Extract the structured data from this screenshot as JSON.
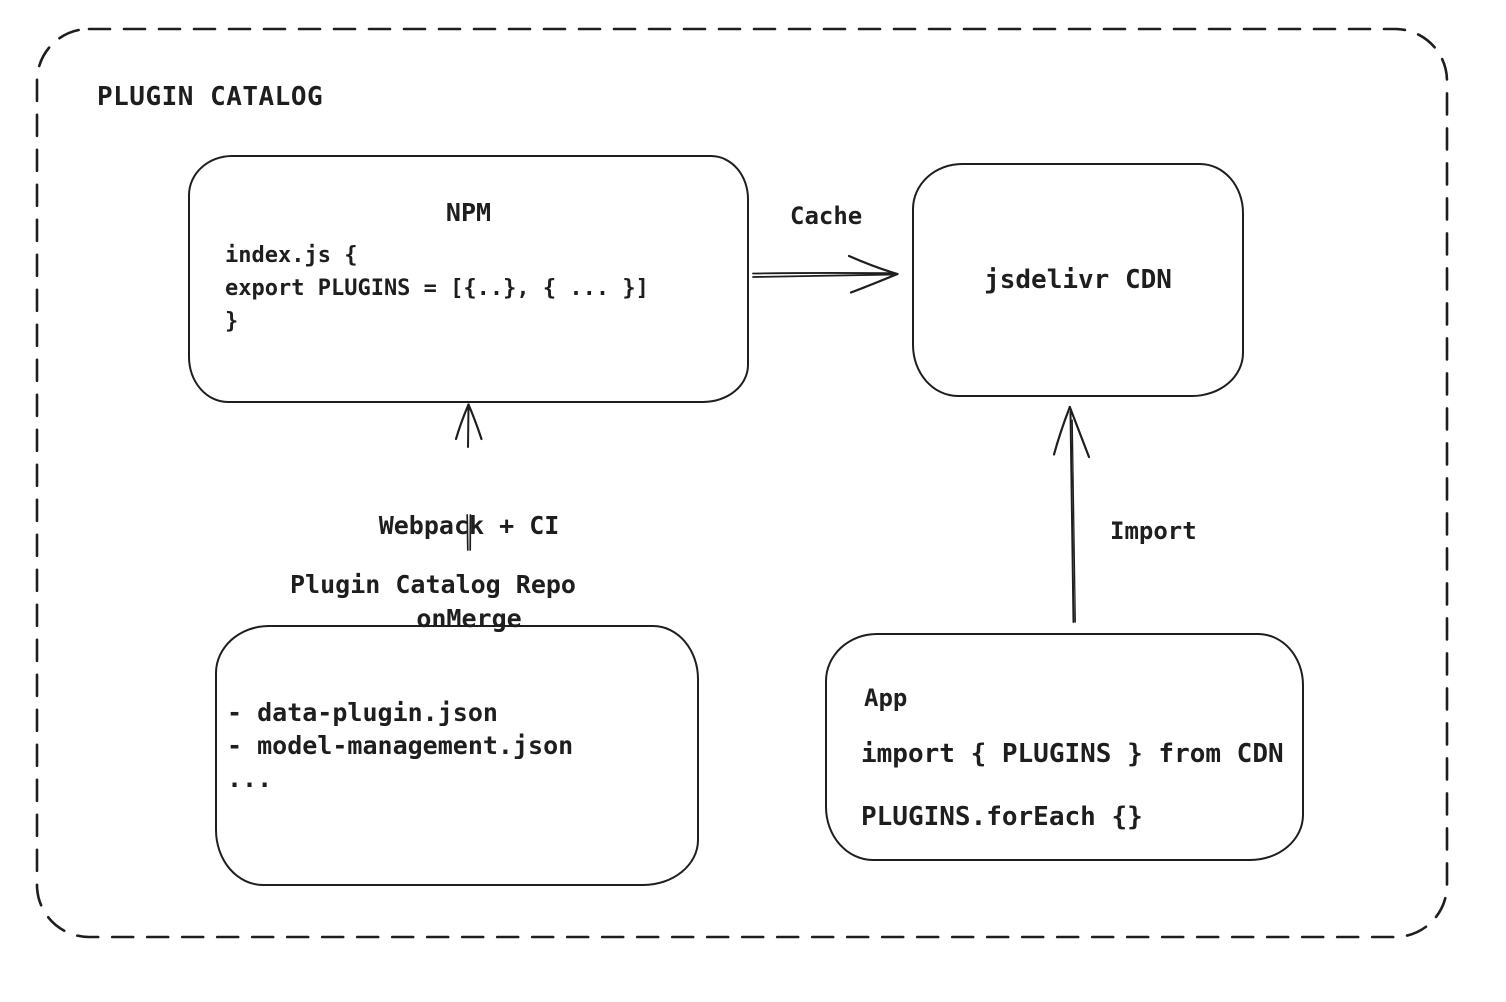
{
  "title": "PLUGIN CATALOG",
  "colors": {
    "stroke": "#1e1e1e",
    "background": "#ffffff"
  },
  "nodes": {
    "npm": {
      "title": "NPM",
      "code": [
        "index.js {",
        "   export PLUGINS = [{..}, { ... }]",
        "}"
      ]
    },
    "cdn": {
      "label": "jsdelivr CDN"
    },
    "repo": {
      "label": "Plugin Catalog Repo",
      "files": [
        "- data-plugin.json",
        "- model-management.json",
        "..."
      ]
    },
    "app": {
      "title": "App",
      "import_line": "import { PLUGINS } from CDN",
      "foreach_line": "PLUGINS.forEach {}"
    }
  },
  "edges": {
    "cache": {
      "label": "Cache",
      "from": "NPM",
      "to": "jsdelivr CDN"
    },
    "build": {
      "label_line1": "Webpack + CI",
      "label_line2": "onMerge",
      "from": "Plugin Catalog Repo",
      "to": "NPM"
    },
    "import": {
      "label": "Import",
      "from": "App",
      "to": "jsdelivr CDN"
    }
  }
}
